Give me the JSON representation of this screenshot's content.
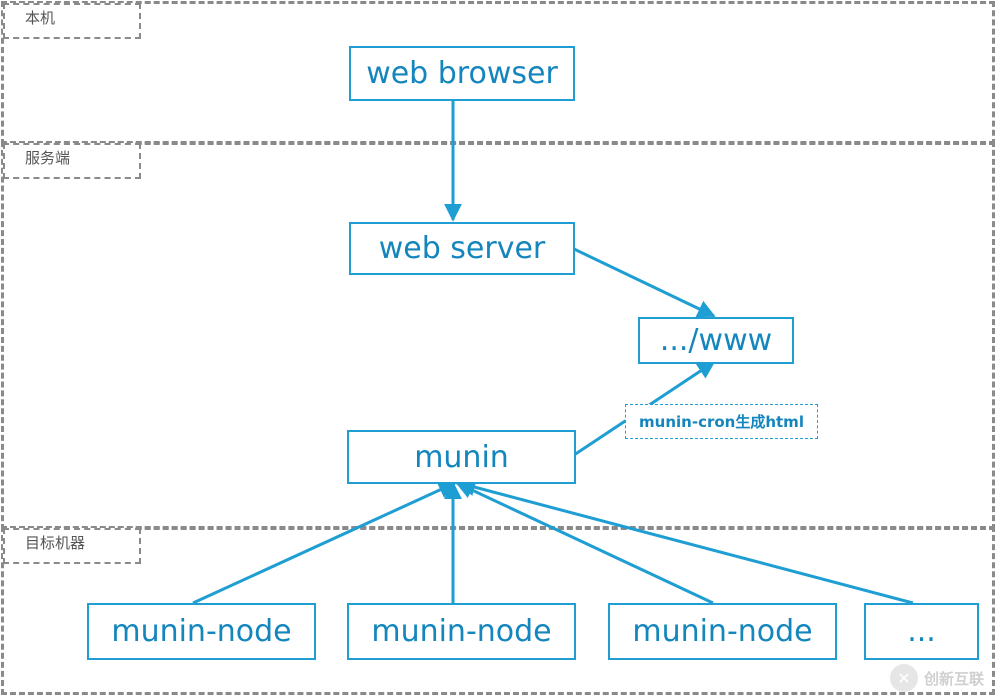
{
  "zones": {
    "local": {
      "label": "本机"
    },
    "server": {
      "label": "服务端"
    },
    "targets": {
      "label": "目标机器"
    }
  },
  "nodes": {
    "web_browser": "web browser",
    "web_server": "web server",
    "www": ".../www",
    "munin": "munin",
    "munin_node_1": "munin-node",
    "munin_node_2": "munin-node",
    "munin_node_3": "munin-node",
    "more_nodes": "..."
  },
  "edge_labels": {
    "cron": "munin-cron生成html"
  },
  "watermark": {
    "text": "创新互联",
    "logo": "✕"
  },
  "colors": {
    "accent": "#1e9ed2",
    "text": "#1486bd",
    "zone_border": "#8a8a8a"
  }
}
